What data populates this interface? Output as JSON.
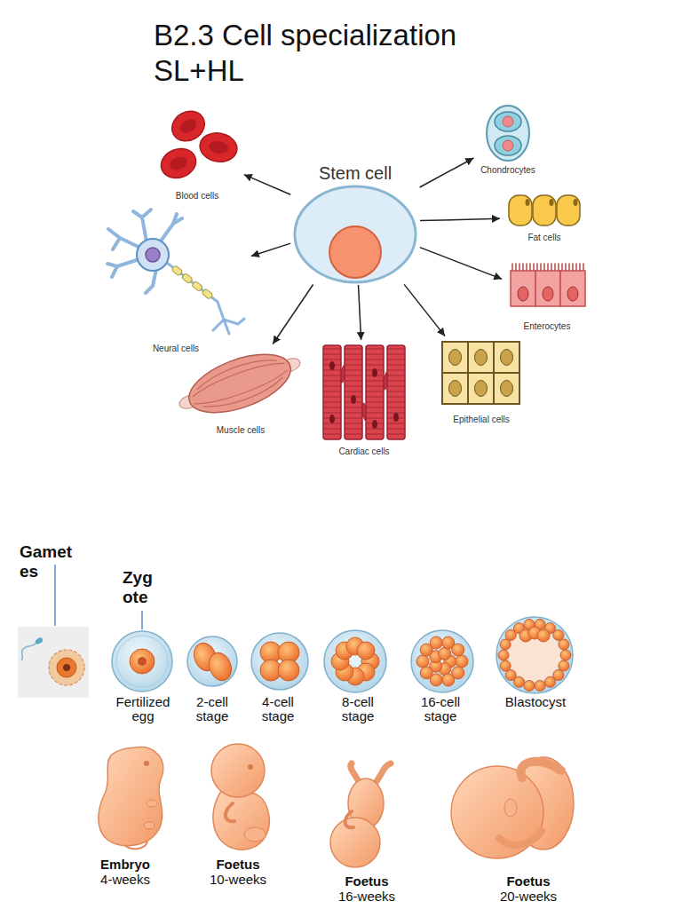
{
  "diagram": {
    "title": "B2.3 Cell specialization SL+HL",
    "nodes": [
      {
        "text": [
          "Stem cell"
        ]
      },
      {
        "text": [
          "Blood cells"
        ]
      },
      {
        "text": [
          "Chondrocytes"
        ]
      },
      {
        "text": [
          "Neural cells"
        ]
      },
      {
        "text": [
          "Fat cells"
        ]
      },
      {
        "text": [
          "Enterocytes"
        ]
      },
      {
        "text": [
          "Muscle cells"
        ]
      },
      {
        "text": [
          "Cardiac cells"
        ]
      },
      {
        "text": [
          "Epithelial cells"
        ]
      }
    ],
    "edges": [
      {
        "from": 0,
        "to": 1,
        "arrow": "to"
      },
      {
        "from": 0,
        "to": 2,
        "arrow": "to"
      },
      {
        "from": 0,
        "to": 3,
        "arrow": "to"
      },
      {
        "from": 0,
        "to": 4,
        "arrow": "to"
      },
      {
        "from": 0,
        "to": 5,
        "arrow": "to"
      },
      {
        "from": 0,
        "to": 6,
        "arrow": "to"
      },
      {
        "from": 0,
        "to": 7,
        "arrow": "to"
      },
      {
        "from": 0,
        "to": 8,
        "arrow": "to"
      }
    ],
    "labels": [
      "Gametes",
      "Zygote",
      "Fertilized egg",
      "2-cell stage",
      "4-cell stage",
      "8-cell stage",
      "16-cell stage",
      "Blastocyst",
      "Embryo",
      "4-weeks",
      "Foetus",
      "10-weeks",
      "Foetus",
      "16-weeks",
      "Foetus",
      "20-weeks"
    ]
  }
}
